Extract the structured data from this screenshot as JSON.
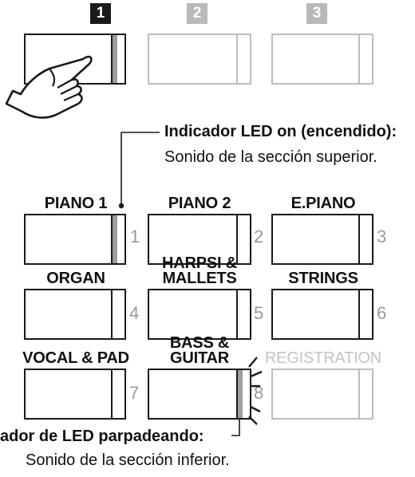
{
  "steps": [
    "1",
    "2",
    "3"
  ],
  "callout_on": {
    "title": "Indicador LED on (encendido):",
    "subtitle": "Sonido de la sección superior."
  },
  "callout_blink": {
    "title": "ador de LED parpadeando:",
    "subtitle": "Sonido de la sección inferior."
  },
  "buttons": [
    {
      "label": "PIANO 1",
      "number": "1"
    },
    {
      "label": "PIANO 2",
      "number": "2"
    },
    {
      "label": "E.PIANO",
      "number": "3"
    },
    {
      "label": "ORGAN",
      "number": "4"
    },
    {
      "label_line1": "HARPSI &",
      "label_line2": "MALLETS",
      "number": "5"
    },
    {
      "label": "STRINGS",
      "number": "6"
    },
    {
      "label": "VOCAL & PAD",
      "number": "7"
    },
    {
      "label_line1": "BASS &",
      "label_line2": "GUITAR",
      "number": "8"
    },
    {
      "label": "REGISTRATION"
    }
  ],
  "colors": {
    "ink": "#1a1a1a",
    "dim": "#bdbdbd",
    "led_on": "#9e9e9e",
    "number": "#9a9a9a"
  },
  "icons": [
    "hand-pointer-icon",
    "blink-rays-icon"
  ]
}
